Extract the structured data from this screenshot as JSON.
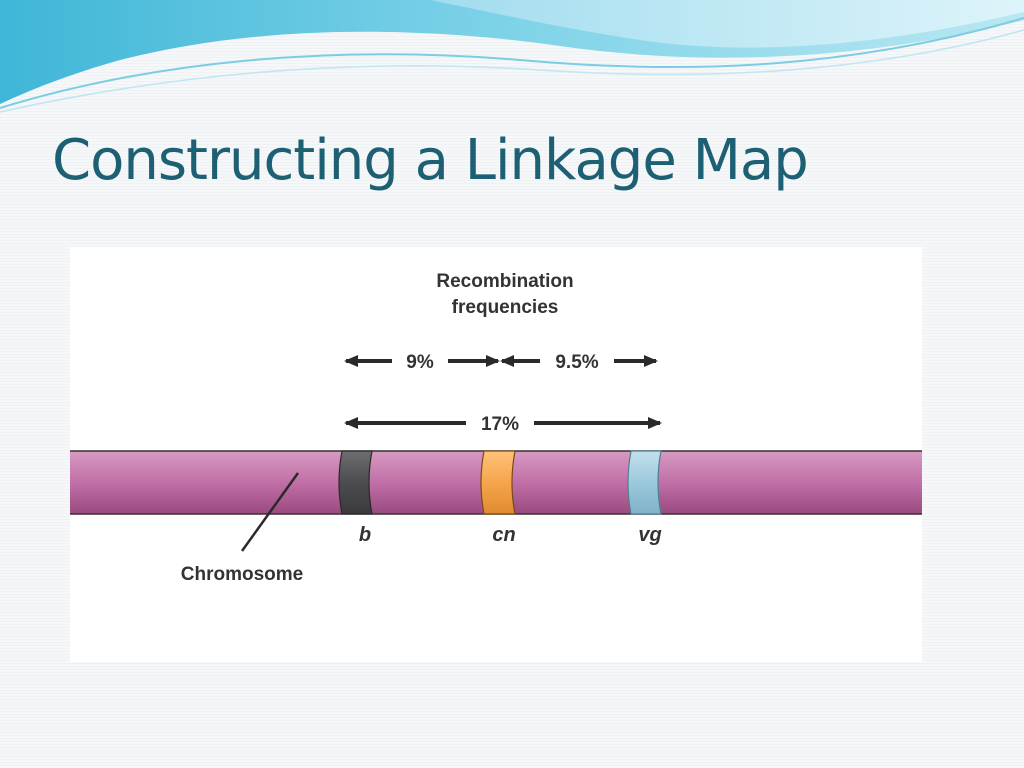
{
  "slide": {
    "title": "Constructing a Linkage Map"
  },
  "diagram": {
    "heading_line1": "Recombination",
    "heading_line2": "frequencies",
    "arrows": {
      "b_cn": "9%",
      "cn_vg": "9.5%",
      "b_vg": "17%"
    },
    "genes": [
      {
        "symbol": "b",
        "color": "#5a5a5c"
      },
      {
        "symbol": "cn",
        "color": "#f5a54c"
      },
      {
        "symbol": "vg",
        "color": "#9cc9dc"
      }
    ],
    "chromosome_label": "Chromosome",
    "chromosome_color": "#b9629a"
  }
}
